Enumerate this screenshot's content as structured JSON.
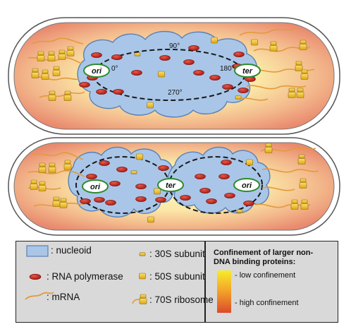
{
  "cell1": {
    "ori": "ori",
    "ter": "ter",
    "deg0": "0°",
    "deg90": "90°",
    "deg180": "180°",
    "deg270": "270°"
  },
  "cell2": {
    "ori_left": "ori",
    "ter": "ter",
    "ori_right": "ori"
  },
  "legend": {
    "nucleoid": ": nucleoid",
    "rna_polymerase": ": RNA polymerase",
    "mrna": ": mRNA",
    "subunit_30s": ": 30S subunit",
    "subunit_50s": ": 50S subunit",
    "ribosome_70s": ": 70S ribosome",
    "confinement_title_line1": "Confinement of larger non-",
    "confinement_title_line2": "DNA binding proteins:",
    "low": "- low confinement",
    "high": "- high confinement"
  },
  "colors": {
    "nucleoid_fill": "#a9c6e8",
    "polymerase": "#c0281c",
    "ribosome": "#f2c21e",
    "mrna": "#e39a3c",
    "low_confinement": "#f7e82a",
    "high_confinement": "#e2502c"
  }
}
